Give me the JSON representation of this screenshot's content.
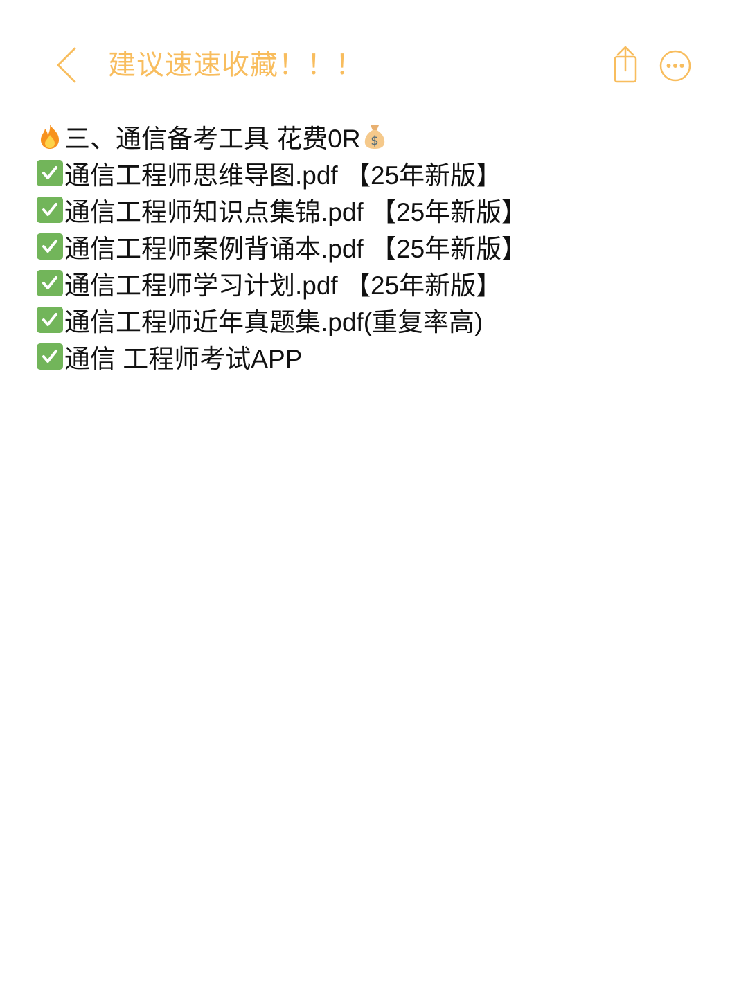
{
  "header": {
    "back_icon": "chevron-left-icon",
    "title": "建议速速收藏！！！",
    "share_icon": "share-icon",
    "more_icon": "more-ellipsis-icon",
    "accent_color": "#f8bd5e"
  },
  "note": {
    "heading": {
      "leading_icon": "fire-emoji",
      "text": "三、通信备考工具 花费0R",
      "trailing_icon": "money-bag-emoji"
    },
    "items": [
      {
        "icon": "check-mark-button-emoji",
        "text": "通信工程师思维导图.pdf 【25年新版】"
      },
      {
        "icon": "check-mark-button-emoji",
        "text": "通信工程师知识点集锦.pdf 【25年新版】"
      },
      {
        "icon": "check-mark-button-emoji",
        "text": "通信工程师案例背诵本.pdf 【25年新版】"
      },
      {
        "icon": "check-mark-button-emoji",
        "text": "通信工程师学习计划.pdf 【25年新版】"
      },
      {
        "icon": "check-mark-button-emoji",
        "text": "通信工程师近年真题集.pdf(重复率高)"
      },
      {
        "icon": "check-mark-button-emoji",
        "text": "通信 工程师考试APP"
      }
    ],
    "check_color": "#72b55a"
  }
}
